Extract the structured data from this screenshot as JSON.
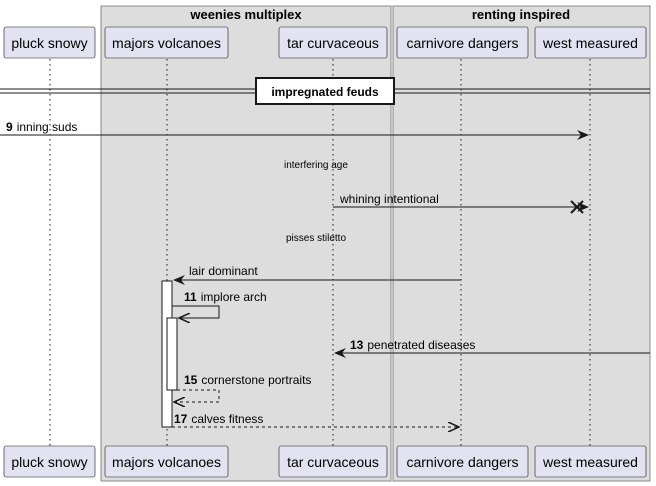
{
  "groups": [
    {
      "title": "weenies multiplex"
    },
    {
      "title": "renting inspired"
    }
  ],
  "participants": [
    {
      "label": "pluck snowy"
    },
    {
      "label": "majors volcanoes"
    },
    {
      "label": "tar curvaceous"
    },
    {
      "label": "carnivore dangers"
    },
    {
      "label": "west measured"
    }
  ],
  "divider": {
    "label": "impregnated feuds"
  },
  "messages": [
    {
      "num": "9",
      "text": "inning suds"
    },
    {
      "text": "whining intentional"
    },
    {
      "text": "lair dominant"
    },
    {
      "num": "11",
      "text": "implore arch"
    },
    {
      "num": "13",
      "text": "penetrated diseases"
    },
    {
      "num": "15",
      "text": "cornerstone portraits"
    },
    {
      "num": "17",
      "text": "calves fitness"
    }
  ],
  "notes": [
    {
      "text": "interfering age"
    },
    {
      "text": "pisses stiletto"
    }
  ]
}
